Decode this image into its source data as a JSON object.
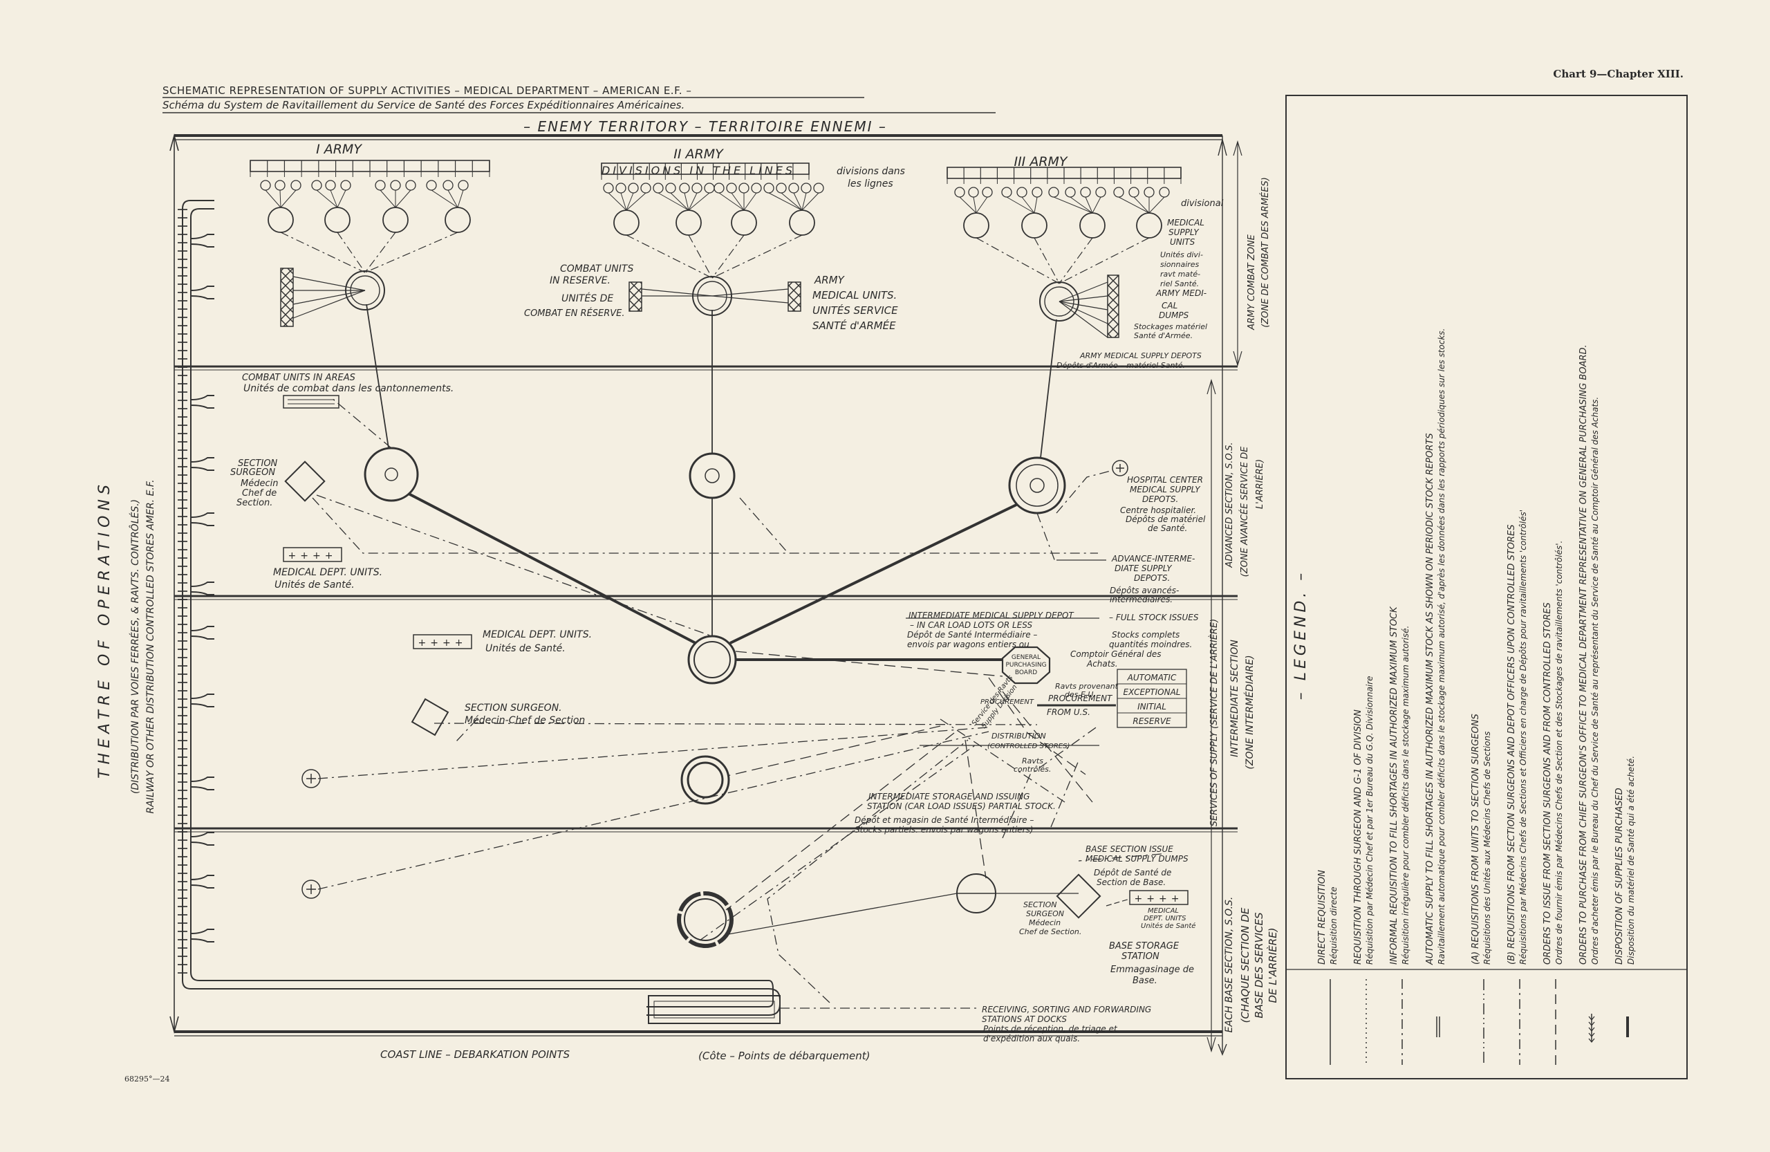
{
  "header": {
    "chart_ref": "Chart 9—Chapter XIII.",
    "title_en": "SCHEMATIC REPRESENTATION OF SUPPLY ACTIVITIES – MEDICAL DEPARTMENT – AMERICAN E.F. –",
    "title_fr": "Schéma du System de Ravitaillement du Service de Santé des Forces Expéditionnaires Américaines.",
    "enemy": "– ENEMY TERRITORY – TERRITOIRE ENNEMI –"
  },
  "armies": {
    "first": "I ARMY",
    "second": "II ARMY",
    "third": "III ARMY",
    "divisions_in_lines": "DIVISIONS IN THE LINES",
    "divisions_fr_1": "divisions dans",
    "divisions_fr_2": "les lignes",
    "divisional": "divisional",
    "mds_units": [
      "MEDICAL",
      "SUPPLY",
      "UNITS"
    ],
    "mds_units_fr": [
      "Unités divi-",
      "sionnaires",
      "ravt maté-",
      "riel Santé."
    ],
    "combat_reserve": [
      "COMBAT UNITS",
      "IN RESERVE."
    ],
    "combat_reserve_fr": [
      "UNITÉS DE",
      "COMBAT EN RÉSERVE."
    ],
    "army_med_units": [
      "ARMY",
      "MEDICAL UNITS.",
      "UNITÉS SERVICE",
      "SANTÉ d'ARMÉE"
    ],
    "army_dumps": [
      "ARMY MEDI-",
      "CAL",
      "DUMPS"
    ],
    "army_dumps_fr": [
      "Stockages matériel",
      "Santé d'Armée."
    ],
    "army_depots": "ARMY MEDICAL SUPPLY DEPOTS",
    "army_depots_fr": "Dépôts d'Armée – matériel Santé."
  },
  "advance": {
    "combat_areas": "COMBAT UNITS IN AREAS",
    "combat_areas_fr": "Unités de combat dans les cantonnements.",
    "section_surgeon": [
      "SECTION",
      "SURGEON"
    ],
    "section_surgeon_fr": [
      "Médecin",
      "Chef de",
      "Section."
    ],
    "med_units": "MEDICAL DEPT. UNITS.",
    "med_units_fr": "Unités de Santé.",
    "hospital_center": [
      "HOSPITAL CENTER",
      "MEDICAL SUPPLY",
      "DEPOTS."
    ],
    "hospital_center_fr": [
      "Centre hospitalier.",
      "Dépôts de matériel",
      "de Santé."
    ],
    "advance_depots": [
      "ADVANCE-INTERME-",
      "DIATE SUPPLY",
      "DEPOTS."
    ],
    "advance_depots_fr": [
      "Dépôts avancés-",
      "intermédiaires."
    ]
  },
  "intermediate": {
    "ims_depot": [
      "INTERMEDIATE MEDICAL SUPPLY DEPOT",
      "– IN CAR LOAD LOTS OR LESS"
    ],
    "ims_depot_fr": [
      "Dépôt de Santé Intermédiaire –",
      "envois par wagons entiers ou"
    ],
    "full_stock": [
      "– FULL STOCK ISSUES",
      "Stocks complets",
      "quantités moindres."
    ],
    "gpb": [
      "GENERAL",
      "PURCHASING",
      "BOARD"
    ],
    "comptoir": [
      "Comptoir Général des",
      "Achats."
    ],
    "issue_types": [
      "AUTOMATIC",
      "EXCEPTIONAL",
      "INITIAL",
      "RESERVE"
    ],
    "procurement": [
      "Ravts provenant",
      "des E.U.",
      "PROCUREMENT",
      "FROM U.S."
    ],
    "procurement_label": "PROCUREMENT",
    "distribution": [
      "DISTRIBUTION",
      "(CONTROLLED STORES)"
    ],
    "distribution_fr": [
      "Ravts",
      "contrôlés."
    ],
    "sos_div": [
      "Service des Ravts",
      "Supply Division"
    ],
    "med_units": "MEDICAL DEPT. UNITS.",
    "med_units_fr": "Unités de Santé.",
    "section_surgeon": "SECTION SURGEON.",
    "section_surgeon_fr": "Médecin-Chef de Section",
    "storage": [
      "INTERMEDIATE STORAGE AND ISSUING",
      "STATION (CAR LOAD ISSUES) PARTIAL STOCK."
    ],
    "storage_fr": [
      "Dépôt et magasin de Santé Intermédiaire –",
      "Stocks partiels. envois par wagons entiers)"
    ]
  },
  "base": {
    "base_dumps": [
      "BASE SECTION ISSUE",
      "MEDICAL SUPPLY DUMPS"
    ],
    "base_dumps_fr": [
      "Dépôt de Santé de",
      "Section de Base."
    ],
    "section_surgeon": [
      "SECTION",
      "SURGEON",
      "Médecin",
      "Chef de Section."
    ],
    "med_units": [
      "MEDICAL",
      "DEPT. UNITS",
      "Unités de Santé"
    ],
    "storage": [
      "BASE STORAGE",
      "STATION",
      "Emmagasinage de",
      "Base."
    ],
    "receiving": [
      "RECEIVING, SORTING AND FORWARDING",
      "STATIONS AT DOCKS",
      "Points de réception, de triage et",
      "d'expédition aux quais."
    ],
    "coast": "COAST LINE – DEBARKATION POINTS",
    "coast_fr": "(Côte – Points de débarquement)"
  },
  "zones": {
    "theatre": "THEATRE OF OPERATIONS",
    "theatre_sub1": "(DISTRIBUTION PAR VOIES FERRÉES, & RAVTS. CONTRÔLÉS.)",
    "theatre_sub2": "RAILWAY OR OTHER DISTRIBUTION CONTROLLED STORES AMER. E.F.",
    "army_zone": "ARMY COMBAT ZONE",
    "army_zone_fr": "(ZONE DE COMBAT DES ARMÉES)",
    "adv_section": "ADVANCED SECTION, S.O.S.",
    "adv_section_fr1": "(ZONE AVANCÉE SERVICE DE",
    "adv_section_fr2": "L'ARRIÈRE)",
    "int_section": "INTERMEDIATE SECTION",
    "int_section_fr": "(ZONE INTERMÉDIAIRE)",
    "sos": "SERVICES OF SUPPLY (SERVICE DE L'ARRIÈRE)",
    "base_section": "EACH BASE SECTION, S.O.S.",
    "base_section_fr1": "(CHAQUE SECTION DE",
    "base_section_fr2": "BASE DES SERVICES",
    "base_section_fr3": "DE L'ARRIÈRE)"
  },
  "legend": {
    "title": "– LEGEND. –",
    "items": [
      {
        "en": "DIRECT REQUISITION",
        "fr": "Réquisition directe",
        "style": "solid"
      },
      {
        "en": "REQUISITION THROUGH SURGEON AND G-1 OF DIVISION",
        "fr": "Réquisition par Médecin Chef et par 1er Bureau du G.Q. Divisionnaire",
        "style": "dotted"
      },
      {
        "en": "INFORMAL REQUISITION TO FILL SHORTAGES IN AUTHORIZED MAXIMUM STOCK",
        "fr": "Réquisition irrégulière pour combler déficits dans le stockage maximum autorisé.",
        "style": "dashdot"
      },
      {
        "en": "AUTOMATIC SUPPLY TO FILL SHORTAGES IN AUTHORIZED MAXIMUM STOCK AS SHOWN ON PERIODIC STOCK REPORTS",
        "fr": "Ravitaillement automatique pour combler déficits dans le stockage maximum autorisé, d'après les données dans les rapports périodiques sur les stocks.",
        "style": "double"
      },
      {
        "en": "(A) REQUISITIONS FROM UNITS TO SECTION SURGEONS",
        "fr": "Réquisitions des Unités aux Médecins Chefs de Sections",
        "style": "dashdot2"
      },
      {
        "en": "(B) REQUISITIONS FROM SECTION SURGEONS AND DEPOT OFFICERS UPON CONTROLLED STORES",
        "fr": "Réquisitions par Médecins Chefs de Sections et Officiers en charge de Dépôts pour ravitaillements 'contrôlés'",
        "style": "dashdot"
      },
      {
        "en": "ORDERS TO ISSUE FROM SECTION SURGEONS AND FROM CONTROLLED STORES",
        "fr": "Ordres de fournir émis par Médecins Chefs de Section et des Stockages de ravitaillements 'contrôlés'.",
        "style": "dashed"
      },
      {
        "en": "ORDERS TO PURCHASE FROM CHIEF SURGEON'S OFFICE TO MEDICAL DEPARTMENT REPRESENTATIVE ON GENERAL PURCHASING BOARD.",
        "fr": "Ordres d'acheter émis par le Bureau du Chef du Service de Santé au représentant du Service de Santé au Comptoir Général des Achats.",
        "style": "arrows"
      },
      {
        "en": "DISPOSITION OF SUPPLIES PURCHASED",
        "fr": "Disposition du matériel de Santé qui a été acheté.",
        "style": "heavy"
      }
    ]
  },
  "footer": {
    "print_ref": "68295°—24"
  }
}
